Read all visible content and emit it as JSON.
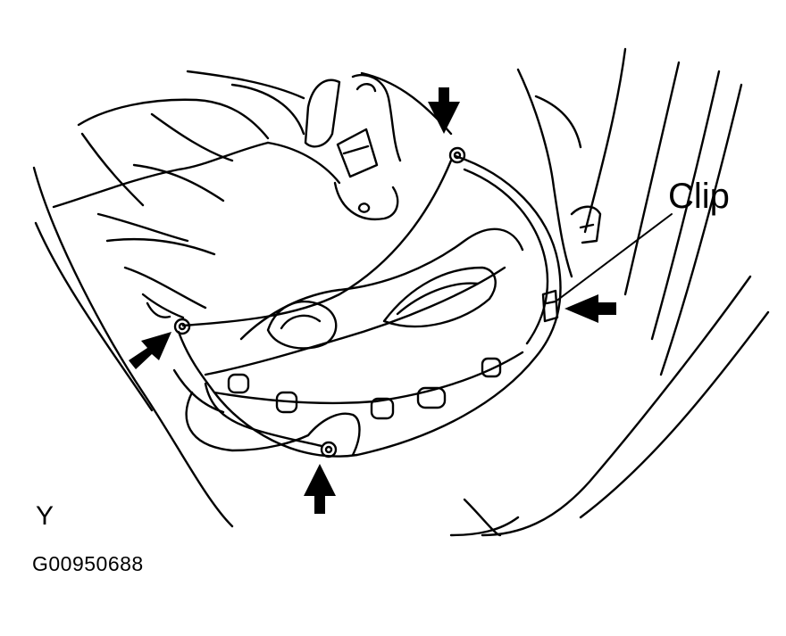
{
  "diagram": {
    "callout_label": "Clip",
    "view_letter": "Y",
    "figure_code": "G00950688",
    "line_color": "#000000",
    "background_color": "#ffffff"
  }
}
